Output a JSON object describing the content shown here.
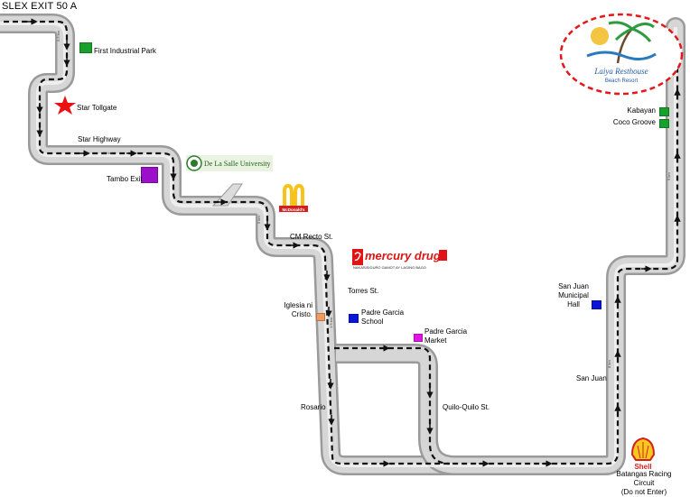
{
  "map_title": "SLEX  EXIT 50 A",
  "colors": {
    "road_fill": "#d6d6d6",
    "road_edge": "#9a9a9a",
    "route_line": "#111111",
    "green_marker": "#17a02b",
    "purple_marker": "#9b10c9",
    "blue_marker": "#0a14d8",
    "magenta_marker": "#e414e4",
    "orange_marker": "#f19a62",
    "star": "#ee1111",
    "oval_border": "#e11919"
  },
  "markers": {
    "first_industrial_park": "First Industrial Park",
    "star_tollgate": "Star Tollgate",
    "star_highway": "Star Highway",
    "tambo_exit": "Tambo Exit",
    "cm_recto": "CM Recto St.",
    "torres": "Torres St.",
    "iglesia": [
      "Iglesia ni",
      "Cristo."
    ],
    "padre_garcia_school": [
      "Padre Garcia",
      "School"
    ],
    "padre_garcia_market": [
      "Padre Garcia",
      "Market"
    ],
    "rosario": "Rosario",
    "quilo_quilo": "Quilo-Quilo St.",
    "san_juan": "San Juan",
    "san_juan_hall": [
      "San Juan",
      "Municipal",
      "Hall"
    ],
    "kabayan": "Kabayan",
    "coco_groove": "Coco Groove",
    "shell_circuit": [
      "Batangas Racing",
      "Circuit",
      "(Do not Enter)"
    ]
  },
  "logos": {
    "dlsu": "De La Salle University",
    "mcdonalds": "McDonald's",
    "mercury": "mercury drug",
    "mercury_tagline": "NAKASISIGURO GAMOT AY LAGING BAGO",
    "shell": "Shell",
    "resort_name": "Laiya Resthouse",
    "resort_sub": "Beach Resort"
  },
  "distance_marks": [
    "0.5 km",
    "20 km",
    "5 km",
    "1.5 km",
    "8 km",
    "9 km",
    "16 km"
  ]
}
